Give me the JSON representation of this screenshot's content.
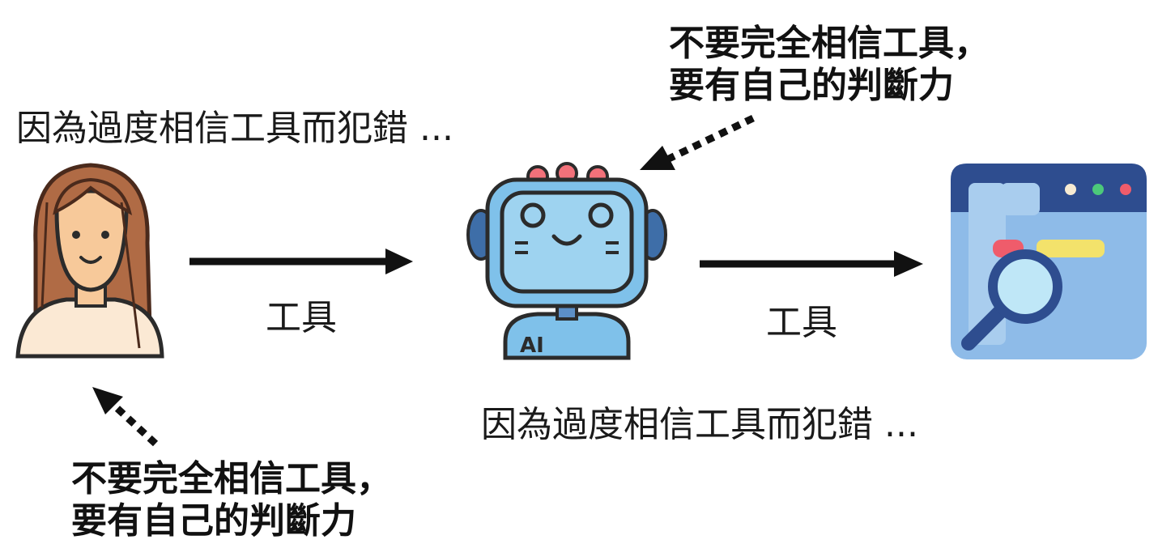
{
  "left_caption": "因為過度相信工具而犯錯 ...",
  "middle_caption": "因為過度相信工具而犯錯 ...",
  "top_advice": {
    "line1": "不要完全相信工具，",
    "line2": "要有自己的判斷力"
  },
  "bottom_advice": {
    "line1": "不要完全相信工具，",
    "line2": "要有自己的判斷力"
  },
  "arrow1_label": "工具",
  "arrow2_label": "工具",
  "robot_badge": "AI",
  "icons": {
    "person": "woman-avatar-icon",
    "robot": "ai-robot-icon",
    "browser": "browser-search-icon"
  },
  "colors": {
    "skin": "#F7C99A",
    "hair": "#B06B45",
    "shirt": "#FBE9D4",
    "robot_screen": "#9ED3F0",
    "robot_body": "#7FC1EA",
    "robot_antenna": "#F2717A",
    "browser_bg": "#8EBBE8",
    "browser_header": "#2E4D8F",
    "magnifier": "#2E4D8F",
    "lens": "#BFE7F7",
    "highlight_yellow": "#F3E26B",
    "highlight_red": "#EF5C6B"
  }
}
